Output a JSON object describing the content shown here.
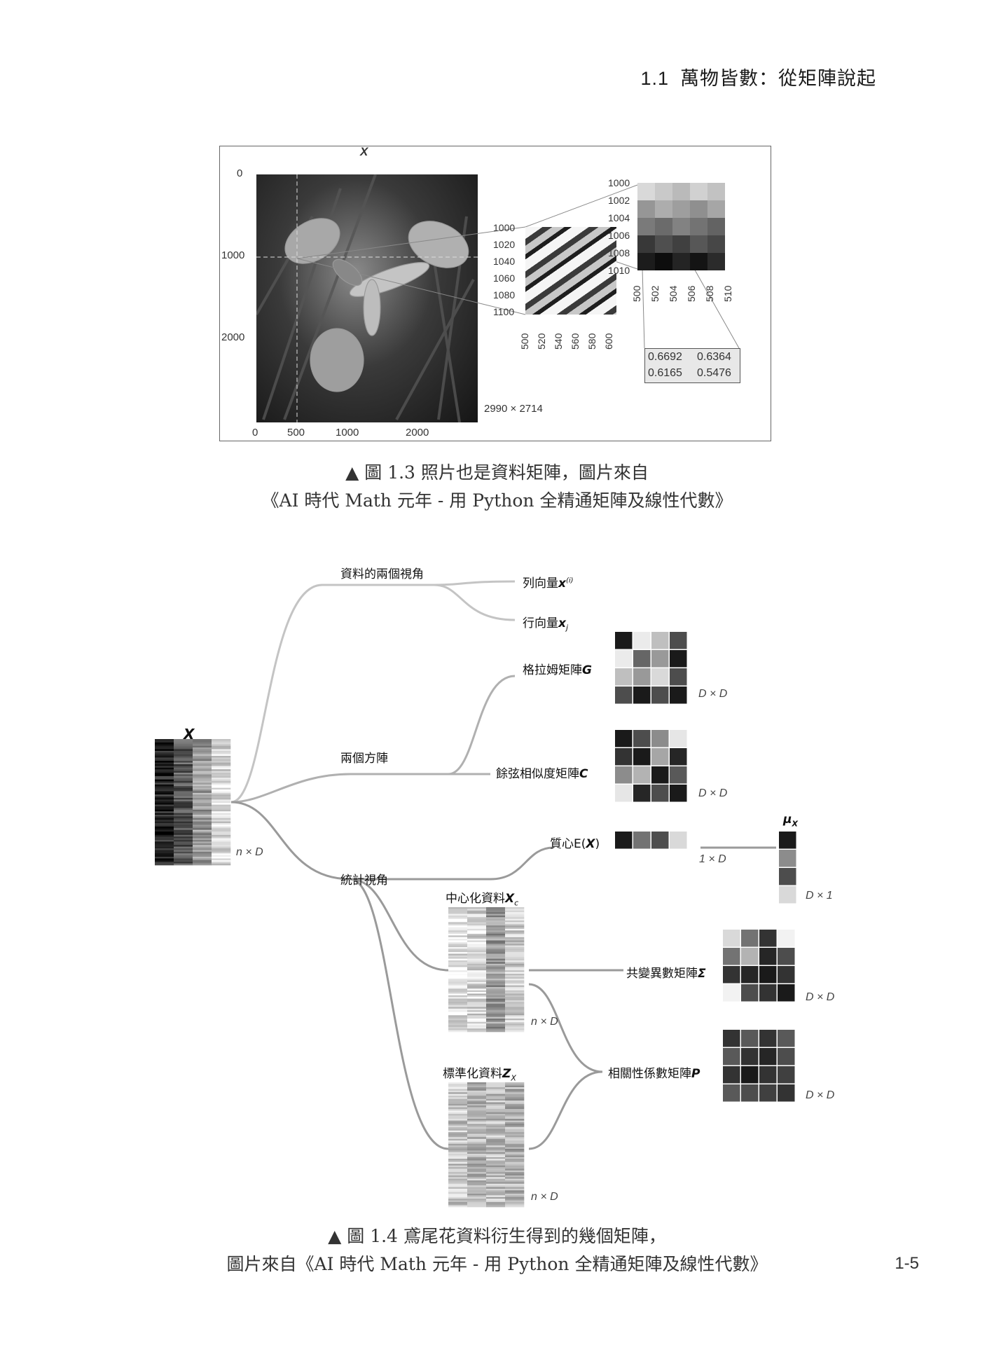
{
  "header": {
    "section": "1.1",
    "title": "萬物皆數：從矩陣說起"
  },
  "fig13": {
    "var_label": "X",
    "y_ticks": [
      "0",
      "1000",
      "2000"
    ],
    "x_ticks": [
      "0",
      "500",
      "1000",
      "2000"
    ],
    "size_label": "2990 × 2714",
    "zoom1_y": [
      "1000",
      "1020",
      "1040",
      "1060",
      "1080",
      "1100"
    ],
    "zoom1_x": [
      "500",
      "520",
      "540",
      "560",
      "580",
      "600"
    ],
    "zoom2_y": [
      "1000",
      "1002",
      "1004",
      "1006",
      "1008",
      "1010"
    ],
    "zoom2_x": [
      "500",
      "502",
      "504",
      "506",
      "508",
      "510"
    ],
    "values": [
      "0.6692",
      "0.6364",
      "0.6165",
      "0.5476"
    ],
    "caption1": "▲ 圖 1.3 照片也是資料矩陣，圖片來自",
    "caption2": "《AI 時代 Math 元年 - 用 Python 全精通矩陣及線性代數》"
  },
  "fig14": {
    "x_label": "X",
    "nd": "n × D",
    "dd": "D × D",
    "one_d": "1 × D",
    "d_one": "D × 1",
    "mu": "μ",
    "mu_sub": "X",
    "branch_views": "資料的兩個視角",
    "row_vec": "列向量",
    "row_vec_sym": "x",
    "row_vec_sup": "(i)",
    "col_vec": "行向量",
    "col_vec_sym": "x",
    "col_vec_sub": "j",
    "branch_square": "兩個方陣",
    "gram": "格拉姆矩陣",
    "gram_sym": "G",
    "cosine": "餘弦相似度矩陣",
    "cosine_sym": "C",
    "branch_stats": "統計視角",
    "centroid": "質心E(",
    "centroid_sym": "X",
    "centroid_end": ")",
    "centered": "中心化資料",
    "centered_sym": "X",
    "centered_sub": "c",
    "standard": "標準化資料",
    "standard_sym": "Z",
    "standard_sub": "X",
    "cov": "共變異數矩陣",
    "cov_sym": "Σ",
    "corr": "相關性係數矩陣",
    "corr_sym": "P",
    "caption1": "▲ 圖 1.4 鳶尾花資料衍生得到的幾個矩陣，",
    "caption2": "圖片來自《AI 時代 Math 元年 - 用 Python 全精通矩陣及線性代數》"
  },
  "page_number": "1-5",
  "colors": {
    "text": "#1a1a1a",
    "line_light": "#bdbdbd",
    "line_mid": "#999999",
    "frame": "#666666"
  }
}
